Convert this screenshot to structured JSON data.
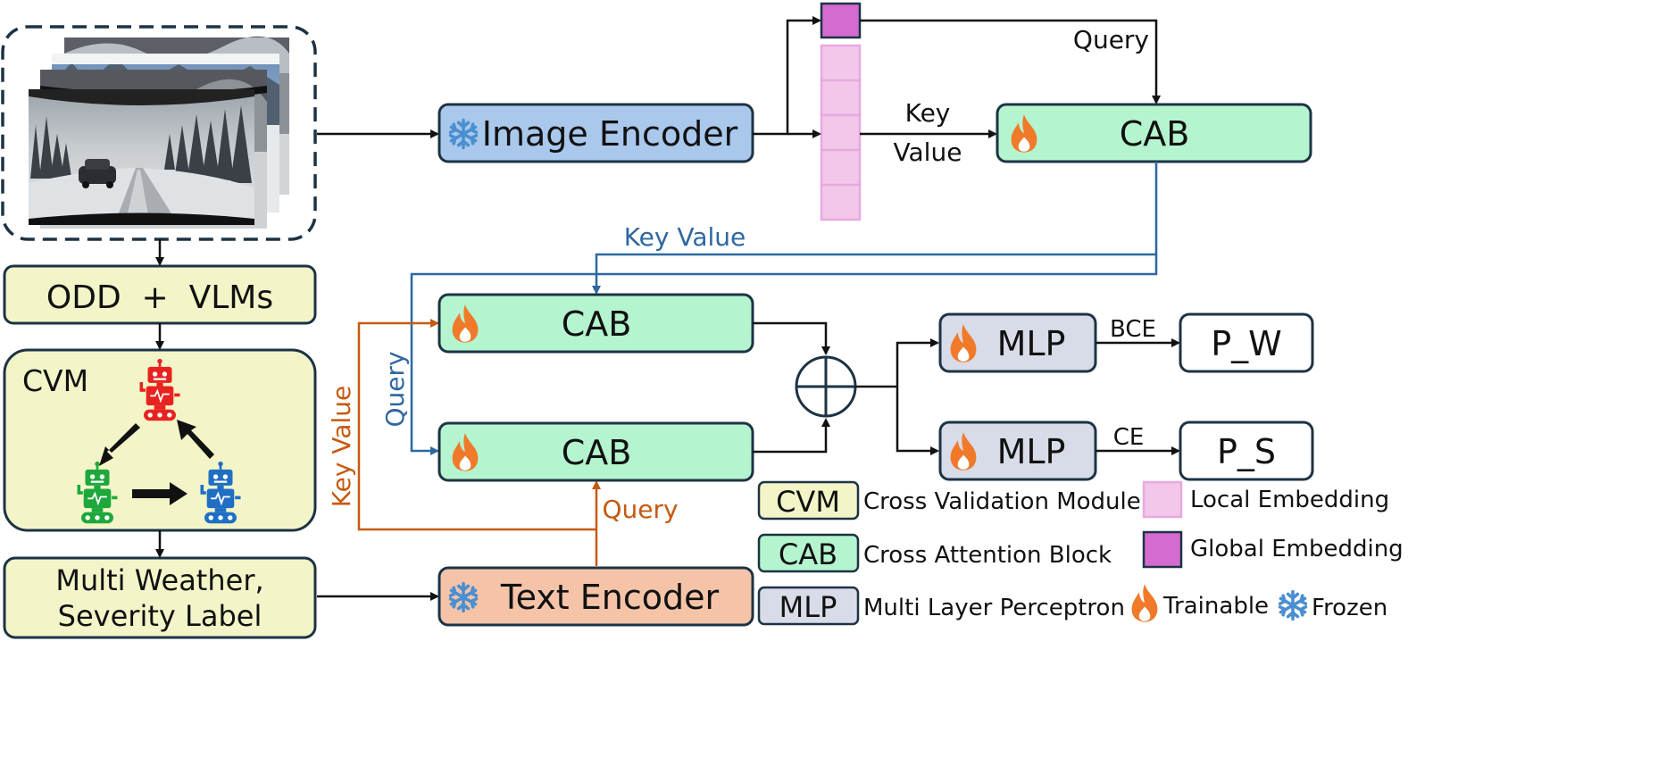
{
  "input": {
    "photos": "snowy road driving images"
  },
  "odd": {
    "label": "ODD  +  VLMs"
  },
  "cvm": {
    "label": "CVM"
  },
  "label_box": {
    "line1": "Multi Weather,",
    "line2": "Severity Label"
  },
  "image_encoder": {
    "label": "Image Encoder"
  },
  "text_encoder": {
    "label": "Text Encoder"
  },
  "cab_top": {
    "label": "CAB"
  },
  "cab_mid": {
    "label": "CAB"
  },
  "cab_bot": {
    "label": "CAB"
  },
  "mlp_w": {
    "label": "MLP",
    "output": "P_W",
    "loss": "BCE"
  },
  "mlp_s": {
    "label": "MLP",
    "output": "P_S",
    "loss": "CE"
  },
  "arrow_labels": {
    "query_top": "Query",
    "key_top": "Key",
    "value_top": "Value",
    "key_value_blue": "Key Value",
    "query_blue": "Query",
    "key_value_orange": "Key Value",
    "query_orange": "Query"
  },
  "legend": {
    "cvm": {
      "abbr": "CVM",
      "text": "Cross Validation Module"
    },
    "cab": {
      "abbr": "CAB",
      "text": "Cross Attention Block"
    },
    "mlp": {
      "abbr": "MLP",
      "text": "Multi Layer Perceptron"
    },
    "local": "Local Embedding",
    "global": "Global Embedding",
    "trainable": "Trainable",
    "frozen": "Frozen"
  },
  "colors": {
    "encoder_blue": "#a9c8ec",
    "text_encoder": "#f5c4a8",
    "cab_green": "#b4f5cf",
    "mlp_grey": "#d8dbe8",
    "odd_yellow": "#f3f5c8",
    "local_pink": "#f2c7ea",
    "global_purple": "#d46bd0",
    "blue_line": "#2f67a0",
    "orange_line": "#c55a11",
    "flame": "#f07a2a",
    "snow": "#4a8fd0"
  }
}
